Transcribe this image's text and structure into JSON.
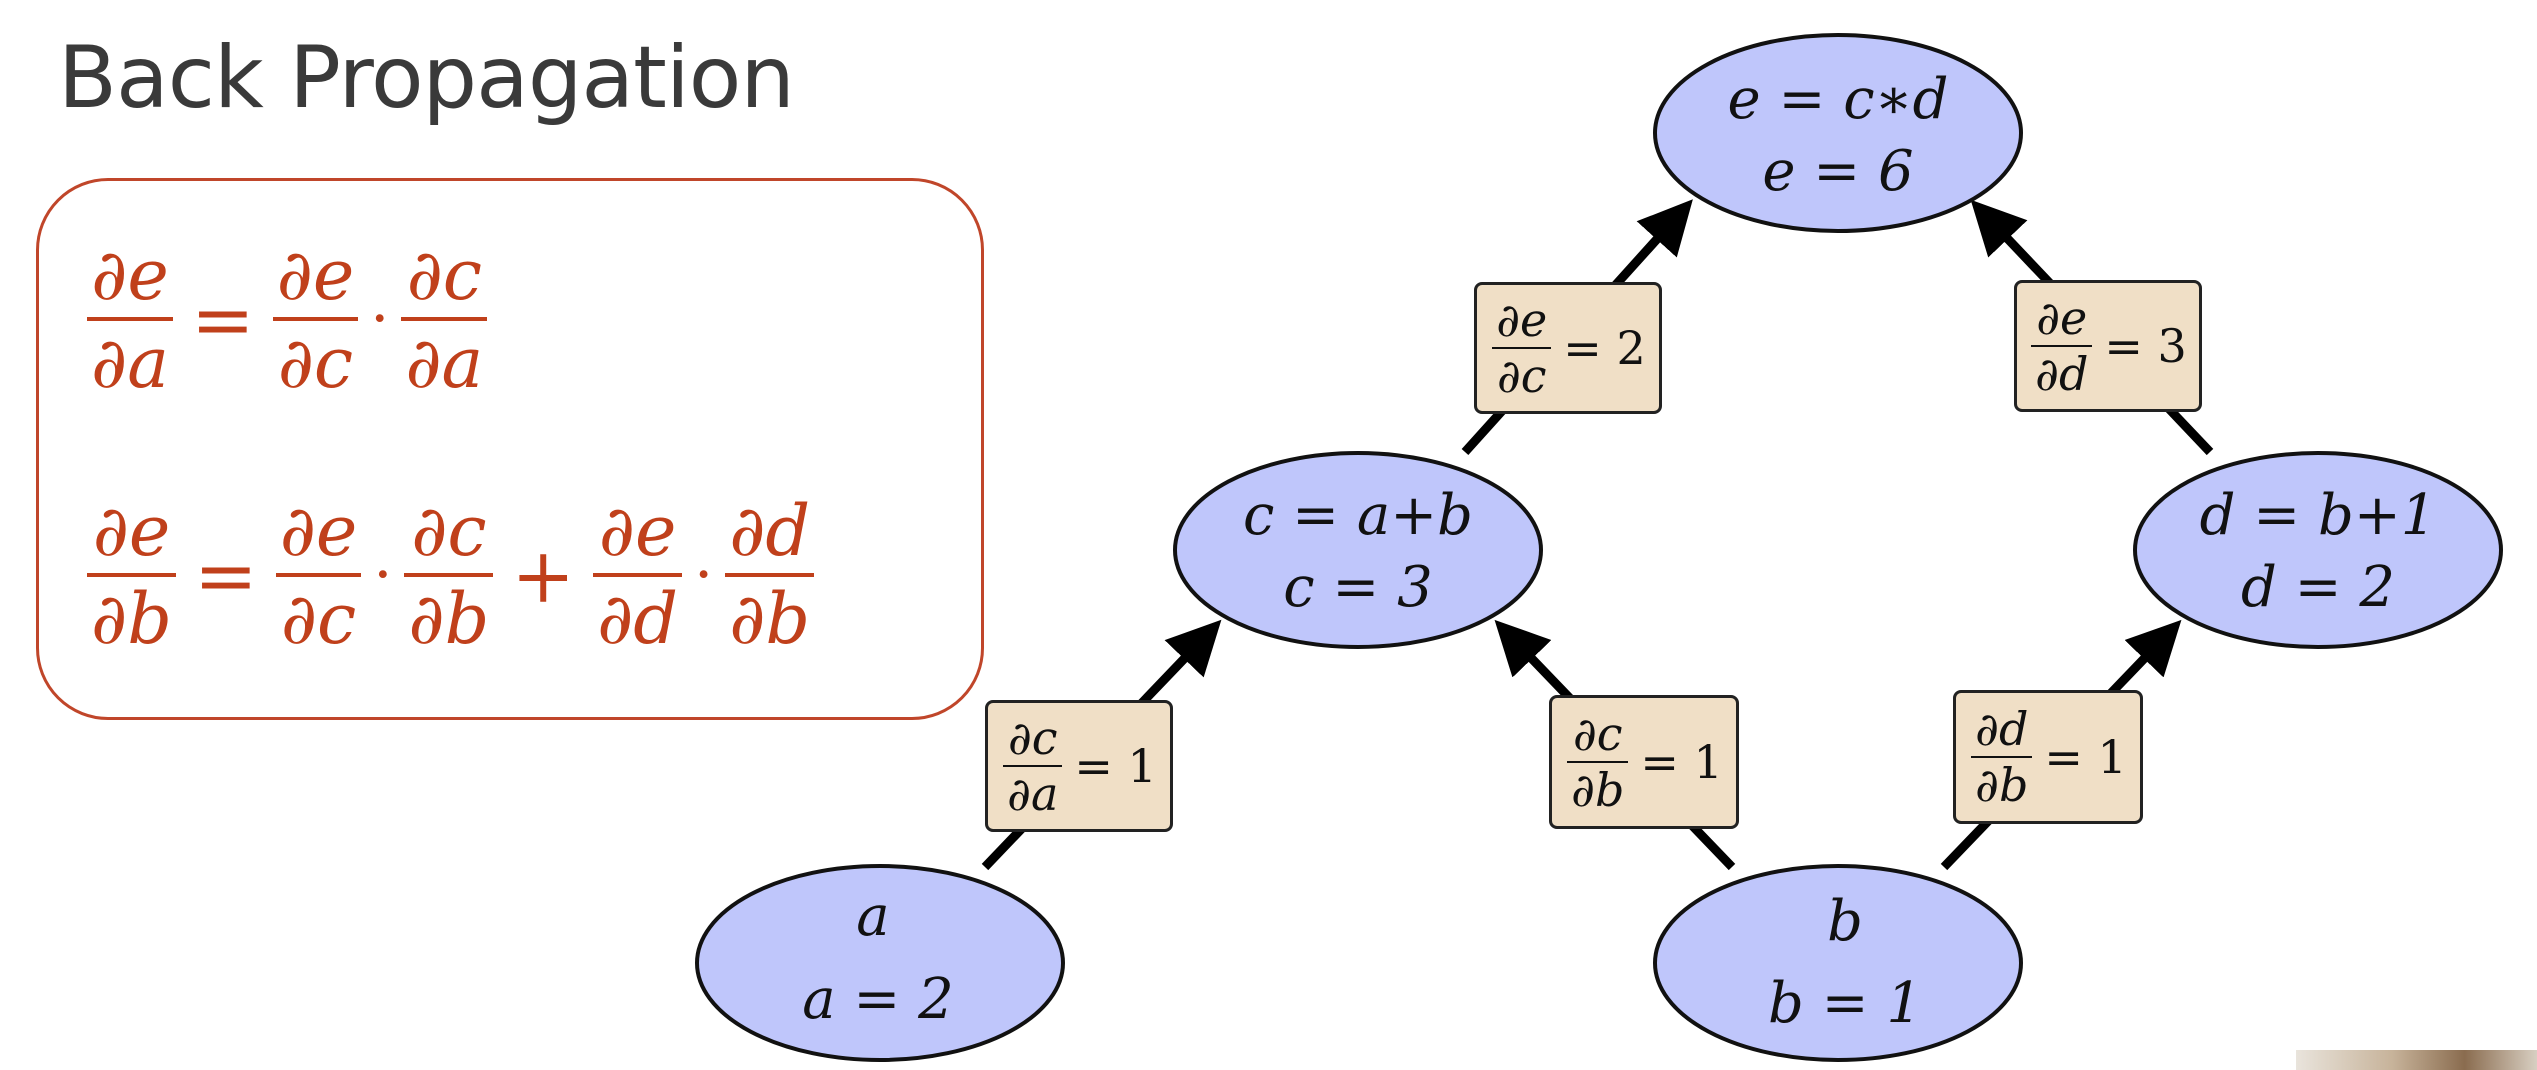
{
  "slide": {
    "title": "Back Propagation"
  },
  "formulas": {
    "row1": {
      "lhs": [
        "∂e",
        "∂a"
      ],
      "eq": "=",
      "t1": [
        "∂e",
        "∂c"
      ],
      "dot": "·",
      "t2": [
        "∂c",
        "∂a"
      ]
    },
    "row2": {
      "lhs": [
        "∂e",
        "∂b"
      ],
      "eq": "=",
      "t1": [
        "∂e",
        "∂c"
      ],
      "dot1": "·",
      "t2": [
        "∂c",
        "∂b"
      ],
      "plus": "+",
      "t3": [
        "∂e",
        "∂d"
      ],
      "dot2": "·",
      "t4": [
        "∂d",
        "∂b"
      ]
    }
  },
  "nodes": {
    "e": {
      "line1": "e = c∗d",
      "line2": "e = 6"
    },
    "c": {
      "line1": "c = a+b",
      "line2": "c = 3"
    },
    "d": {
      "line1": "d = b+1",
      "line2": "d = 2"
    },
    "a": {
      "line1": "a",
      "line2": "a = 2"
    },
    "b": {
      "line1": "b",
      "line2": "b = 1"
    }
  },
  "edges": {
    "c_to_e": {
      "num": "∂e",
      "den": "∂c",
      "rhs": "= 2"
    },
    "d_to_e": {
      "num": "∂e",
      "den": "∂d",
      "rhs": "= 3"
    },
    "a_to_c": {
      "num": "∂c",
      "den": "∂a",
      "rhs": "= 1"
    },
    "b_to_c": {
      "num": "∂c",
      "den": "∂b",
      "rhs": "= 1"
    },
    "b_to_d": {
      "num": "∂d",
      "den": "∂b",
      "rhs": "= 1"
    }
  },
  "colors": {
    "node_fill": "#bfc6fb",
    "label_fill": "#f0dfc6",
    "formula": "#c0401b",
    "box_border": "#c0462a"
  }
}
